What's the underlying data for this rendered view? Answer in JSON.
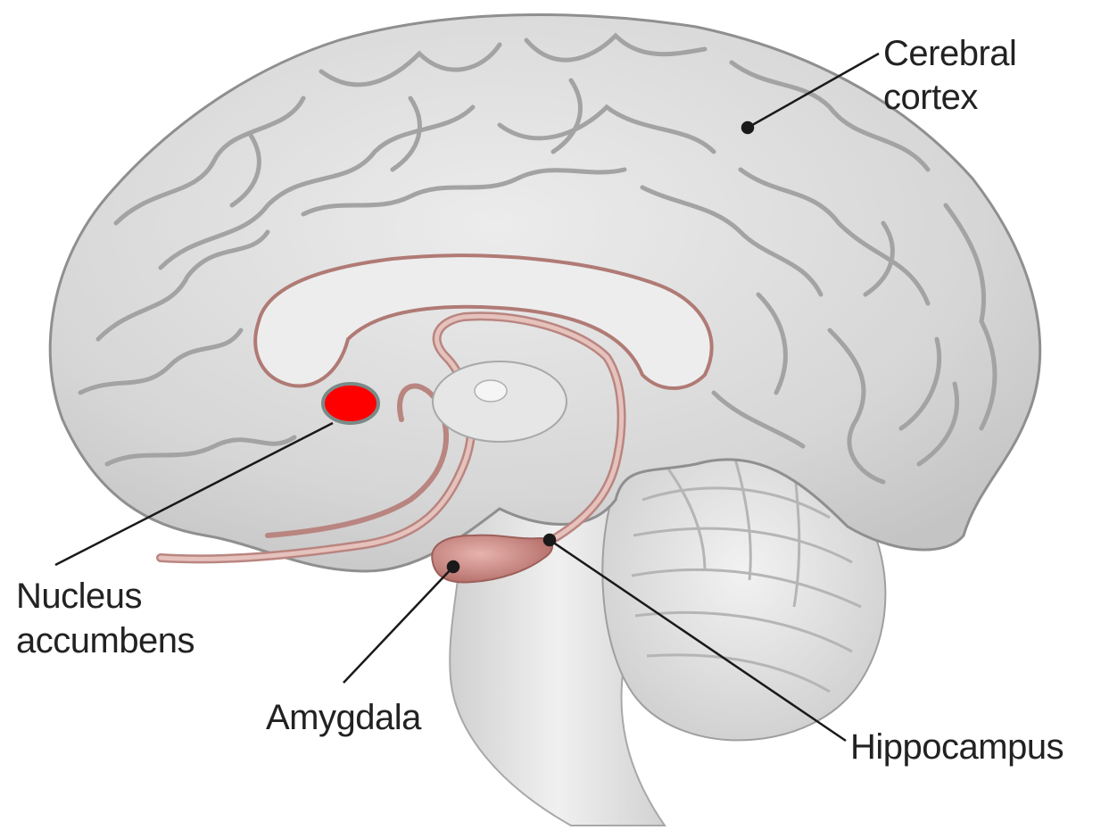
{
  "labels": {
    "cerebral_cortex_line1": "Cerebral",
    "cerebral_cortex_line2": "cortex",
    "nucleus_accumbens_line1": "Nucleus",
    "nucleus_accumbens_line2": "accumbens",
    "amygdala": "Amygdala",
    "hippocampus": "Hippocampus"
  },
  "colors": {
    "background": "#ffffff",
    "brain_fill": "#d9d9d9",
    "gyri_lines": "#9a9a9a",
    "limbic_tract": "#b98580",
    "amygdala_fill": "#c98a86",
    "highlight_marker": "#ff0000",
    "leader_line": "#1a1a1a"
  },
  "icons": {
    "highlight": "red-oval-marker"
  }
}
